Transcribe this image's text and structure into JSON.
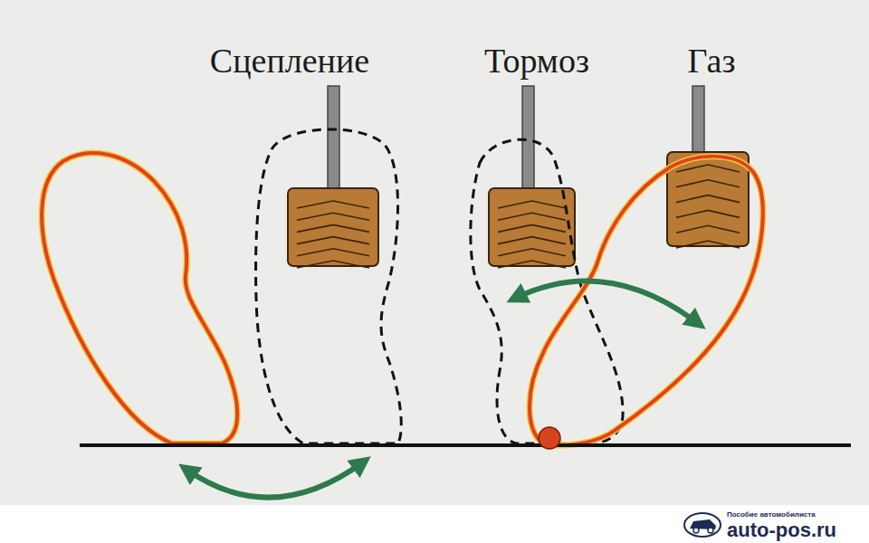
{
  "diagram": {
    "labels": [
      "Сцепление",
      "Тормоз",
      "Газ",
      "Пособие автомобилиста",
      "auto-pos.ru"
    ]
  }
}
